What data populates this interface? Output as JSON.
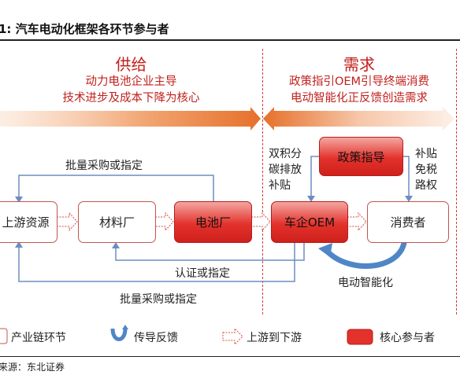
{
  "title": "1:  汽车电动化框架各环节参与者",
  "supply": {
    "header": "供给",
    "line1": "动力电池企业主导",
    "line2": "技术进步及成本下降为核心"
  },
  "demand": {
    "header": "需求",
    "line1": "政策指引OEM引导终端消费",
    "line2": "电动智能化正反馈创造需求"
  },
  "boxes": {
    "upstream": "上游资源",
    "materials": "材料厂",
    "battery": "电池厂",
    "oem": "车企OEM",
    "consumer": "消费者",
    "policy": "政策指导"
  },
  "labels": {
    "procure_top": "批量采购或指定",
    "certify": "认证或指定",
    "procure_bottom": "批量采购或指定",
    "smart": "电动智能化",
    "left_policy": [
      "双积分",
      "碳排放",
      "补贴"
    ],
    "right_policy": [
      "补贴",
      "免税",
      "路权"
    ]
  },
  "legend": {
    "chain": "产业链环节",
    "feedback": "传导反馈",
    "flow": "上游到下游",
    "core": "核心参与者"
  },
  "source": "来源：东北证券",
  "colors": {
    "accent": "#c0211d",
    "arrow": "#e87a35",
    "feedback": "#5b8fc9"
  }
}
